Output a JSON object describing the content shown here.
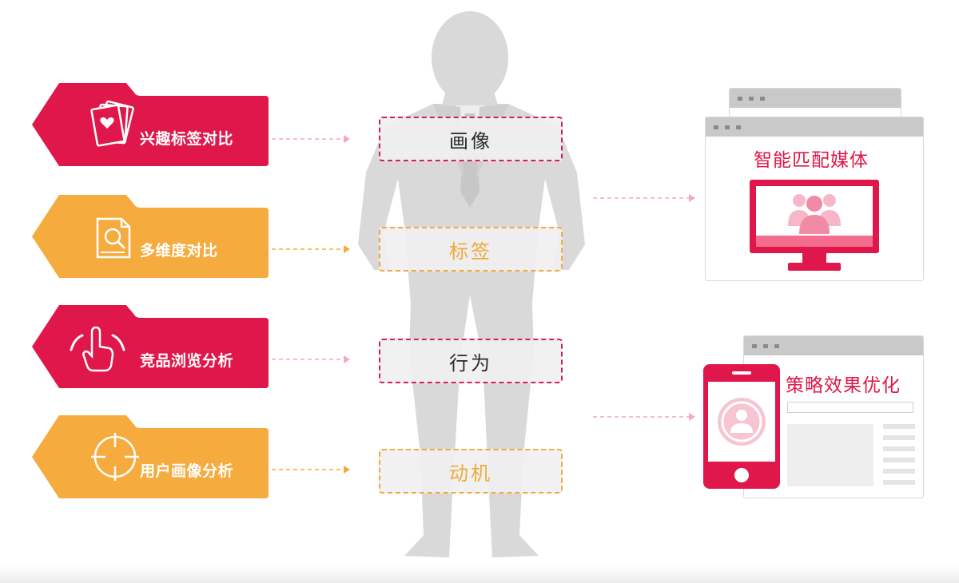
{
  "badges": [
    {
      "label": "兴趣标签对比",
      "icon": "cards-heart-icon",
      "color": "#e0174a"
    },
    {
      "label": "多维度对比",
      "icon": "document-magnifier-icon",
      "color": "#f5ab3e"
    },
    {
      "label": "竞品浏览分析",
      "icon": "pointer-hand-icon",
      "color": "#e0174a"
    },
    {
      "label": "用户画像分析",
      "icon": "crosshair-icon",
      "color": "#f5ab3e"
    }
  ],
  "tags": [
    {
      "label": "画像",
      "style": "red"
    },
    {
      "label": "标签",
      "style": "orange"
    },
    {
      "label": "行为",
      "style": "red"
    },
    {
      "label": "动机",
      "style": "orange"
    }
  ],
  "outputs": {
    "media": {
      "title": "智能匹配媒体",
      "icon": "monitor-users-icon"
    },
    "strategy": {
      "title": "策略效果优化",
      "icon": "phone-user-icon"
    }
  },
  "colors": {
    "red": "#e0174a",
    "orange": "#f5ab3e",
    "pink_arrow": "#f3a9bf",
    "silhouette": "#d6d6d6"
  }
}
